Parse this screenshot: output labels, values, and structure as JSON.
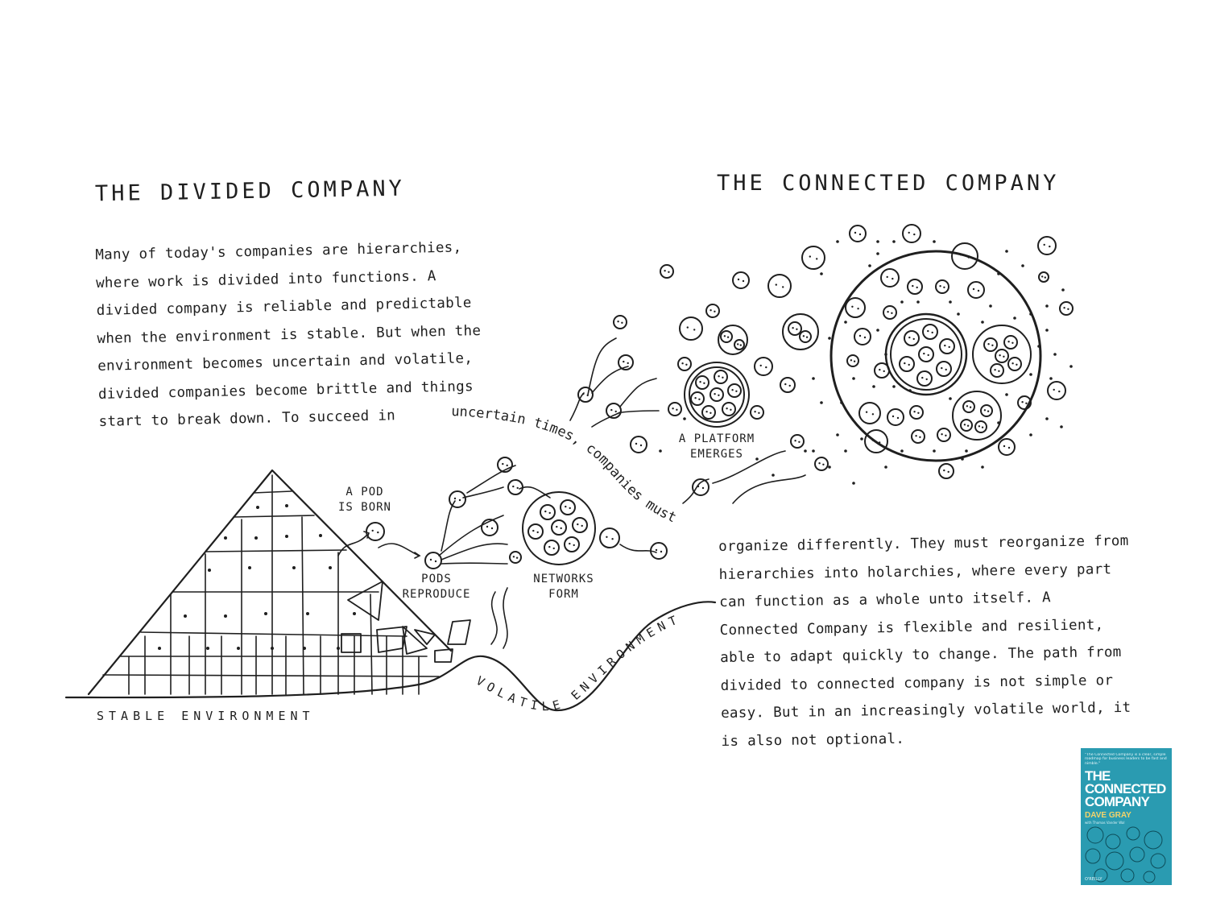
{
  "left": {
    "title": "THE DIVIDED COMPANY",
    "paragraph": "Many of today's companies are hierarchies, where work is divided into functions. A divided company is reliable and predictable when the environment is stable. But when the environment becomes uncertain and volatile, divided companies become brittle and things start to break down. To succeed in"
  },
  "right": {
    "title": "THE CONNECTED COMPANY",
    "paragraph": "organize differently. They must reorganize from hierarchies into holarchies, where every part can function as a whole unto itself. A Connected Company is flexible and resilient, able to adapt quickly to change. The path from divided to connected company is not simple or easy. But in an increasingly volatile world, it is also not optional."
  },
  "curved_text": "uncertain times, companies must",
  "labels": {
    "pod_born": "A POD IS BORN",
    "pods_reproduce": "PODS REPRODUCE",
    "networks_form": "NETWORKS FORM",
    "platform_emerges": "A PLATFORM EMERGES",
    "stable_environment": "STABLE ENVIRONMENT",
    "volatile_environment": "VOLATILE ENVIRONMENT"
  },
  "book": {
    "blurb": "\"The Connected Company is a clear, simple roadmap for business leaders to be fast and nimble.\"",
    "title": "The Connected Company",
    "author": "DAVE GRAY",
    "subtitle": "with Thomas Vander Wal",
    "publisher": "O'REILLY",
    "color": "#2a9bb1",
    "author_color": "#f3d36b"
  }
}
